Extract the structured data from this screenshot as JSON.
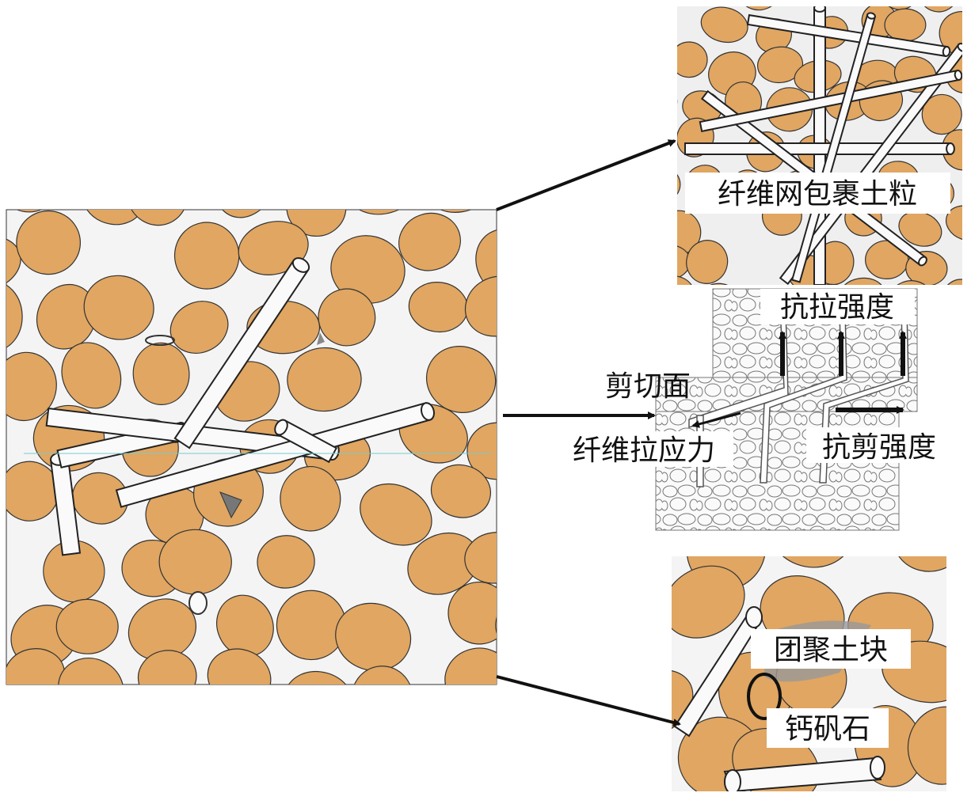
{
  "colors": {
    "soil": "#E0A662",
    "void": "#F4F4F4",
    "fiber": "#FAFAFA",
    "outline": "#222222"
  },
  "labels": {
    "fiber_net": "纤维网包裹土粒",
    "tensile_strength": "抗拉强度",
    "shear_plane": "剪切面",
    "fiber_tension": "纤维拉应力",
    "shear_strength": "抗剪强度",
    "aggregate": "团聚土块",
    "ettringite": "钙矾石"
  }
}
